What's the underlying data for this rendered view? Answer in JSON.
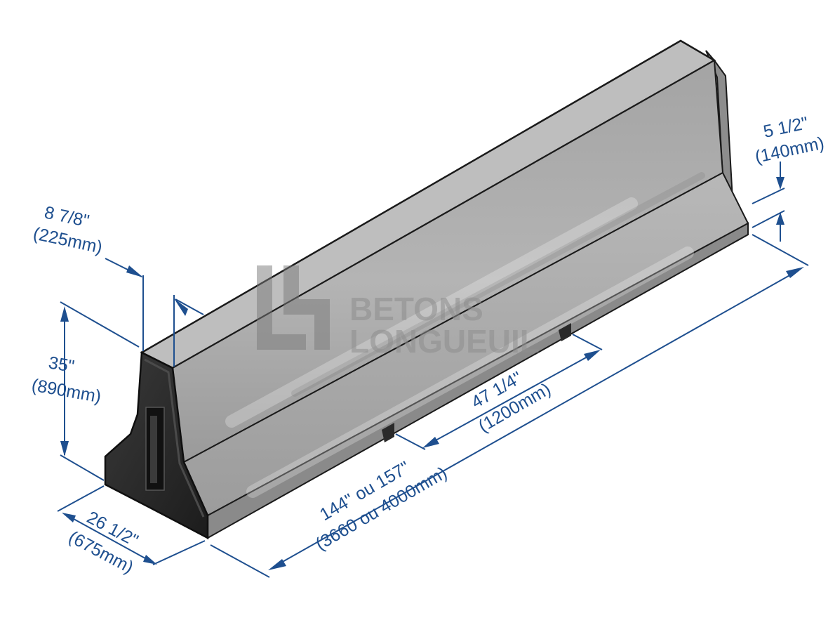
{
  "watermark": {
    "line1": "BETONS",
    "line2": "LONGUEUIL"
  },
  "dimensions": {
    "top_width": {
      "imperial": "8 7/8\"",
      "metric": "(225mm)"
    },
    "height": {
      "imperial": "35\"",
      "metric": "(890mm)"
    },
    "base_width": {
      "imperial": "26 1/2\"",
      "metric": "(675mm)"
    },
    "length": {
      "imperial": "144\" ou 157\"",
      "metric": "(3660 ou 4000mm)"
    },
    "slot_spacing": {
      "imperial": "47 1/4\"",
      "metric": "(1200mm)"
    },
    "base_step": {
      "imperial": "5 1/2\"",
      "metric": "(140mm)"
    }
  },
  "colors": {
    "dimension": "#1e4f8f",
    "concrete_light": "#bfbfbf",
    "concrete_mid": "#a8a8a8",
    "concrete_dark": "#6e6e6e",
    "end_face": "#2a2a2a",
    "outline": "#111111"
  }
}
